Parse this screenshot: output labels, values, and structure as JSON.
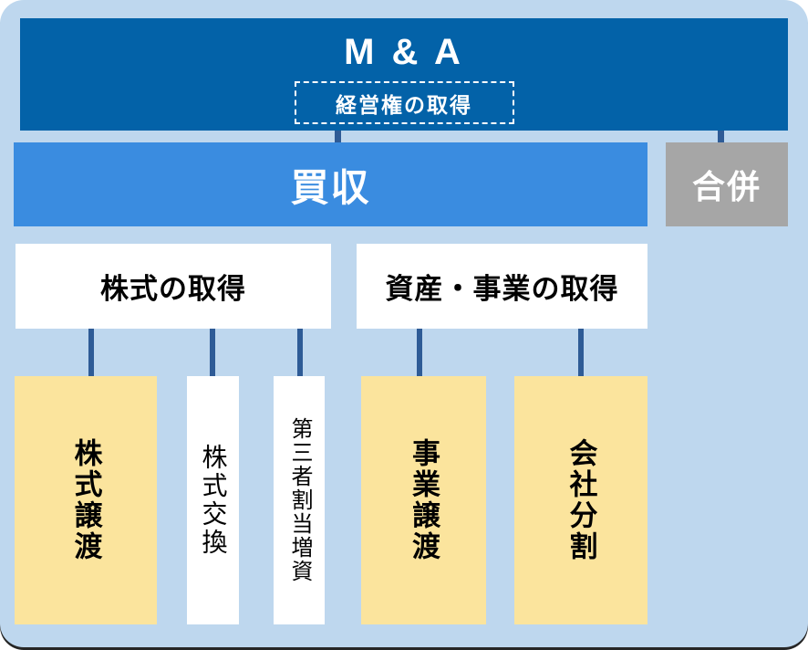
{
  "diagram": {
    "root": {
      "title": "M & A",
      "subtitle": "経営権の取得"
    },
    "level2": {
      "acquisition_label": "買収",
      "merger_label": "合併"
    },
    "level3": {
      "share_acquisition_label": "株式の取得",
      "asset_business_acquisition_label": "資産・事業の取得"
    },
    "leaves": [
      {
        "label": "株式譲渡",
        "style": "yellow"
      },
      {
        "label": "株式交換",
        "style": "white"
      },
      {
        "label": "第三者割当増資",
        "style": "white"
      },
      {
        "label": "事業譲渡",
        "style": "yellow"
      },
      {
        "label": "会社分割",
        "style": "yellow"
      }
    ],
    "colors": {
      "background": "#bed7ee",
      "root_bar": "#0362a8",
      "acquisition_bar": "#3a8ce0",
      "merger_box": "#a6a6a6",
      "leaf_yellow": "#fbe49d",
      "leaf_white": "#ffffff",
      "connector": "#2e5b96"
    }
  }
}
